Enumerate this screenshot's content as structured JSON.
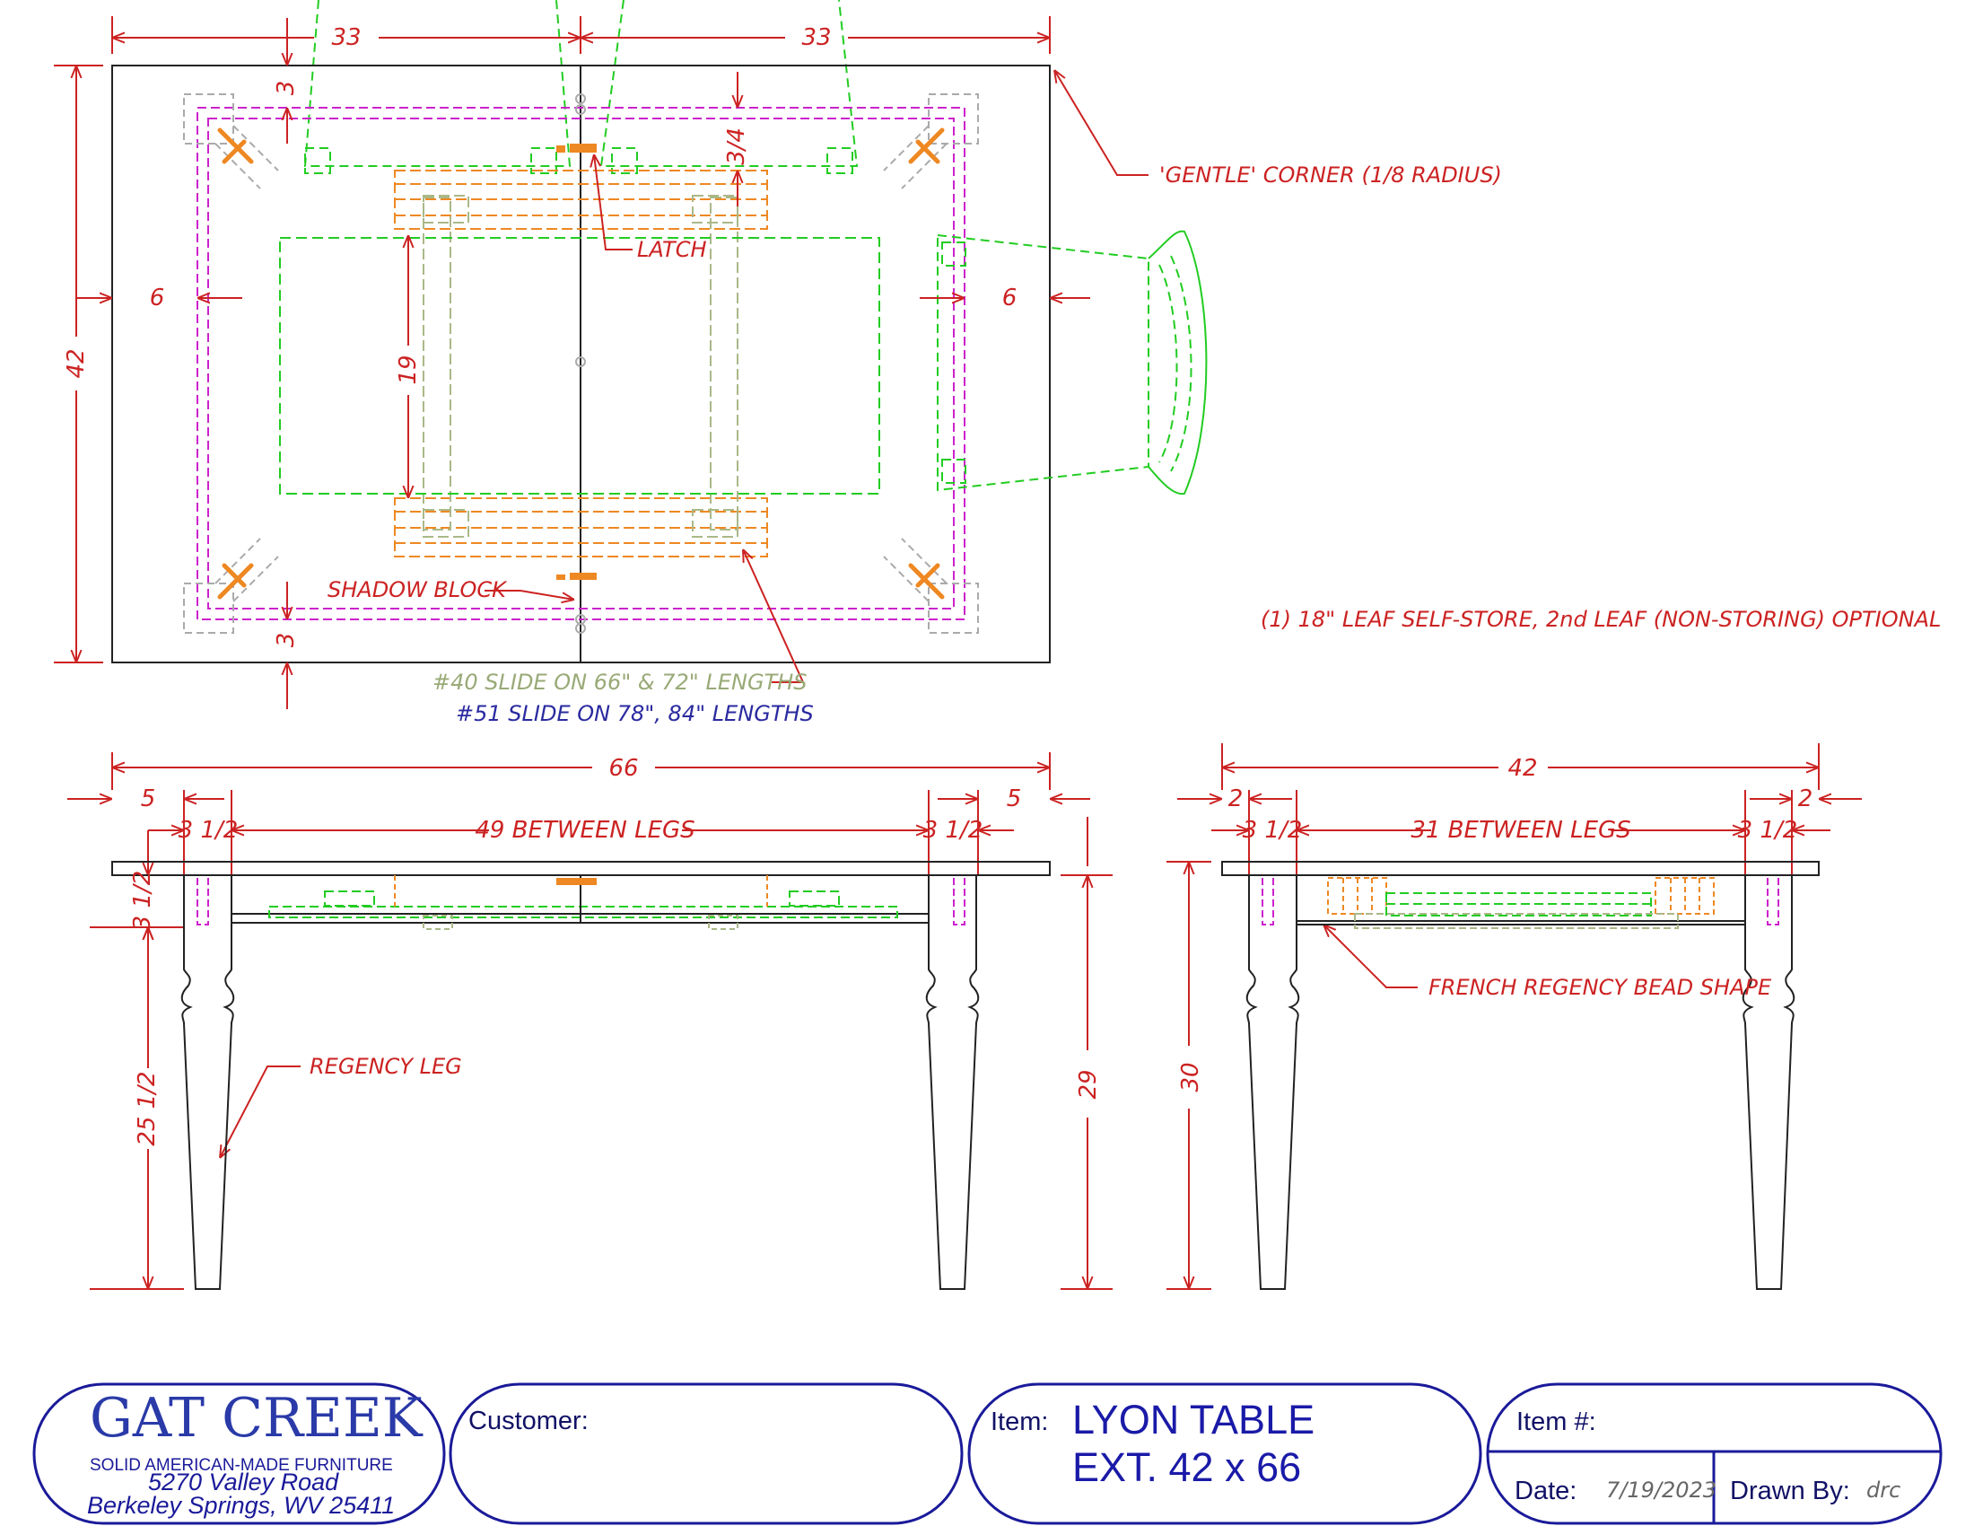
{
  "top_view": {
    "dim_half_width": "33",
    "dim_depth": "42",
    "dim_end_offset": "6",
    "dim_apron_inset": "3",
    "dim_slide_spacing": "19",
    "dim_clip": "3/4",
    "callout_corner": "'GENTLE' CORNER (1/8 RADIUS)",
    "callout_latch": "LATCH",
    "callout_shadow_block": "SHADOW BLOCK",
    "callout_slide_40": "#40 SLIDE ON 66\" & 72\" LENGTHS",
    "callout_slide_51": "#51 SLIDE ON 78\", 84\" LENGTHS",
    "leaf_note": "(1) 18\" LEAF SELF-STORE, 2nd LEAF (NON-STORING) OPTIONAL"
  },
  "front_view": {
    "dim_length": "66",
    "dim_overhang": "5",
    "dim_leg": "3 1/2",
    "dim_between_legs": "49 BETWEEN LEGS",
    "dim_apron": "3 1/2",
    "dim_leg_height": "25 1/2",
    "dim_29": "29",
    "callout_leg": "REGENCY LEG"
  },
  "side_view": {
    "dim_width": "42",
    "dim_overhang": "2",
    "dim_leg": "3 1/2",
    "dim_between_legs": "31 BETWEEN LEGS",
    "dim_height": "30",
    "callout_bead": "FRENCH REGENCY BEAD SHAPE"
  },
  "title_block": {
    "company": "GAT CREEK",
    "tagline": "SOLID AMERICAN-MADE FURNITURE",
    "address1": "5270 Valley Road",
    "address2": "Berkeley Springs, WV  25411",
    "customer_label": "Customer:",
    "customer_value": "",
    "item_label": "Item:",
    "item_line1": "LYON TABLE",
    "item_line2": "EXT. 42 x 66",
    "item_number_label": "Item #:",
    "item_number_value": "",
    "date_label": "Date:",
    "date_value": "7/19/2023",
    "drawn_by_label": "Drawn By:",
    "drawn_by_value": "drc"
  },
  "colors": {
    "dimension": "#cc2222",
    "apron": "#cc22cc",
    "slide": "#ee8822",
    "chair": "#22cc22",
    "title_block": "#1a1a9a"
  }
}
